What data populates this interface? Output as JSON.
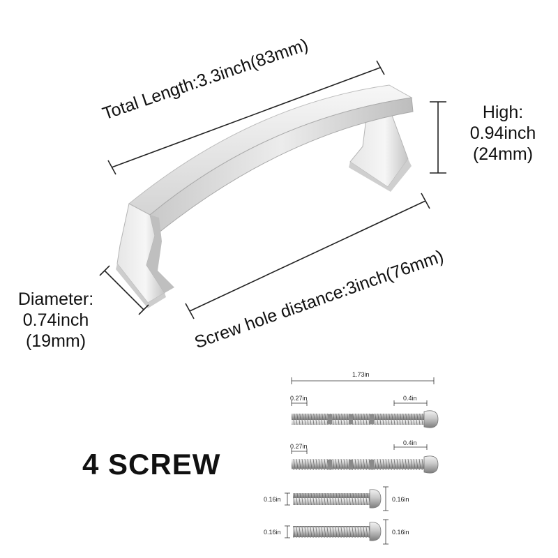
{
  "labels": {
    "total_length": "Total Length:3.3inch(83mm)",
    "screw_hole_distance": "Screw hole distance:3inch(76mm)",
    "high": {
      "line1": "High:",
      "line2": "0.94inch",
      "line3": "(24mm)"
    },
    "diameter": {
      "line1": "Diameter:",
      "line2": "0.74inch",
      "line3": "(19mm)"
    }
  },
  "screw_section": {
    "title": "4 SCREW",
    "total": "1.73in",
    "long_screws": [
      {
        "left_dim": "0.27in",
        "right_dim": "0.4in"
      },
      {
        "left_dim": "0.27in",
        "right_dim": "0.4in"
      }
    ],
    "short_screws": [
      {
        "left_dim": "0.16in",
        "right_dim": "0.16in"
      },
      {
        "left_dim": "0.16in",
        "right_dim": "0.16in"
      }
    ]
  },
  "colors": {
    "metal_light": "#f1f1f1",
    "metal_mid": "#d6d6d6",
    "metal_dark": "#a8a8a8",
    "dimension_line": "#222222"
  }
}
